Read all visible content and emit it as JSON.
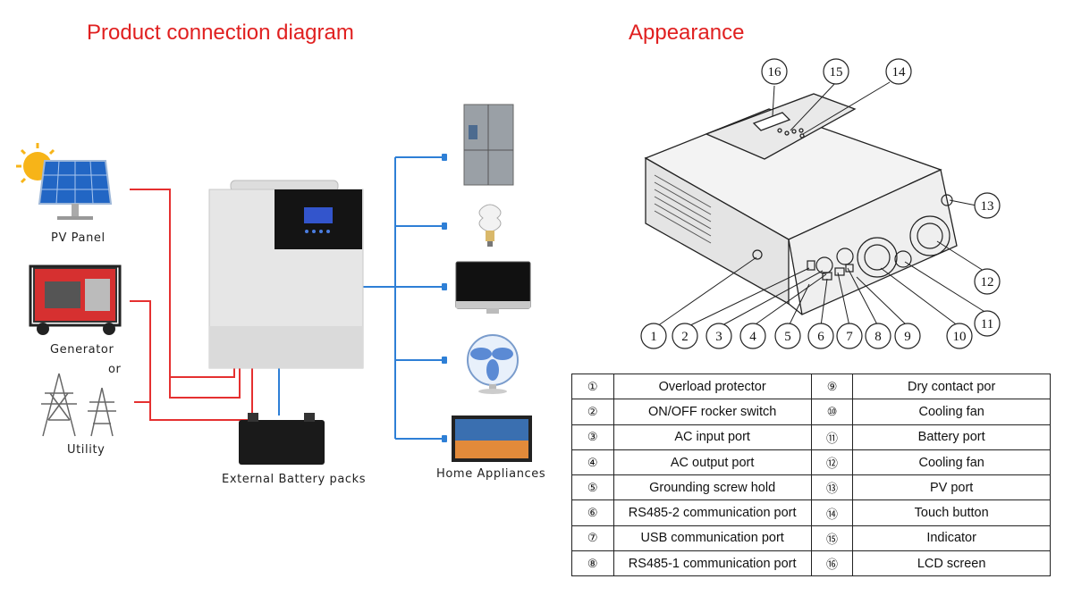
{
  "titles": {
    "left": "Product connection diagram",
    "right": "Appearance"
  },
  "connection_diagram": {
    "sources": [
      "PV Panel",
      "Generator",
      "or",
      "Utility"
    ],
    "battery": "External Battery packs",
    "loads": "Home Appliances"
  },
  "callouts": [
    "1",
    "2",
    "3",
    "4",
    "5",
    "6",
    "7",
    "8",
    "9",
    "10",
    "11",
    "12",
    "13",
    "14",
    "15",
    "16"
  ],
  "parts_left": [
    {
      "num": "①",
      "name": "Overload protector"
    },
    {
      "num": "②",
      "name": "ON/OFF rocker switch"
    },
    {
      "num": "③",
      "name": "AC input port"
    },
    {
      "num": "④",
      "name": "AC output port"
    },
    {
      "num": "⑤",
      "name": "Grounding screw hold"
    },
    {
      "num": "⑥",
      "name": "RS485-2 communication port"
    },
    {
      "num": "⑦",
      "name": "USB communication port"
    },
    {
      "num": "⑧",
      "name": "RS485-1 communication port"
    }
  ],
  "parts_right": [
    {
      "num": "⑨",
      "name": "Dry contact por"
    },
    {
      "num": "⑩",
      "name": "Cooling fan"
    },
    {
      "num": "⑪",
      "name": "Battery port"
    },
    {
      "num": "⑫",
      "name": "Cooling fan"
    },
    {
      "num": "⑬",
      "name": "PV port"
    },
    {
      "num": "⑭",
      "name": "Touch button"
    },
    {
      "num": "⑮",
      "name": "Indicator"
    },
    {
      "num": "⑯",
      "name": "LCD screen"
    }
  ],
  "colors": {
    "title": "#e02020",
    "red_wire": "#e53030",
    "blue_wire": "#2e7fd6"
  }
}
